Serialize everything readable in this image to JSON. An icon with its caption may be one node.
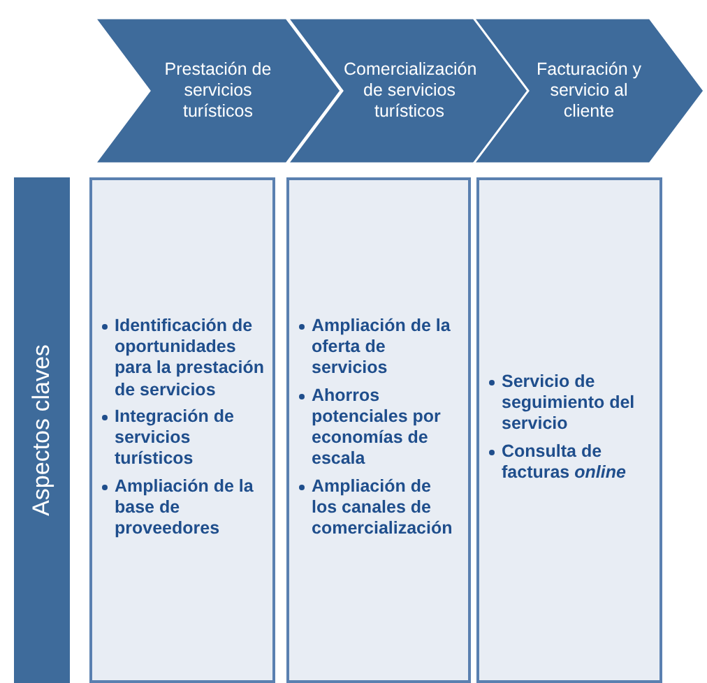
{
  "diagram": {
    "nodes": [
      {
        "text": [
          "Prestación de servicios turísticos"
        ]
      },
      {
        "text": [
          "Comercialización de servicios turísticos"
        ]
      },
      {
        "text": [
          "Facturación y servicio al cliente"
        ]
      },
      {
        "text": [
          "Aspectos claves"
        ]
      },
      {
        "text": [
          "Identificación de oportunidades para la prestación de servicios",
          "Integración de servicios turísticos",
          "Ampliación de la base de proveedores"
        ]
      },
      {
        "text": [
          "Ampliación de la oferta de servicios",
          "Ahorros potenciales por economías de escala",
          "Ampliación de los canales de comercialización"
        ]
      },
      {
        "text": [
          "Servicio de seguimiento del servicio",
          "Consulta de facturas *online*"
        ]
      }
    ]
  }
}
